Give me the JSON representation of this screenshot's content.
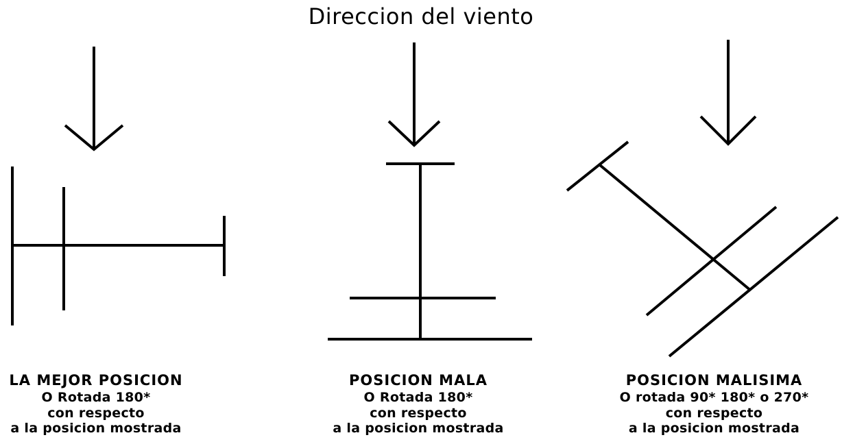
{
  "title": "Direccion del viento",
  "colors": {
    "background": "#ffffff",
    "ink": "#000000"
  },
  "panels": [
    {
      "heading": "LA MEJOR POSICION",
      "lines": [
        "O Rotada 180*",
        "con respecto",
        "a la posicion mostrada"
      ]
    },
    {
      "heading": "POSICION MALA",
      "lines": [
        "O Rotada 180*",
        "con respecto",
        "a la posicion mostrada"
      ]
    },
    {
      "heading": "POSICION MALISIMA",
      "lines": [
        "O rotada 90* 180* o 270*",
        "con respecto",
        "a la posicion mostrada"
      ]
    }
  ]
}
